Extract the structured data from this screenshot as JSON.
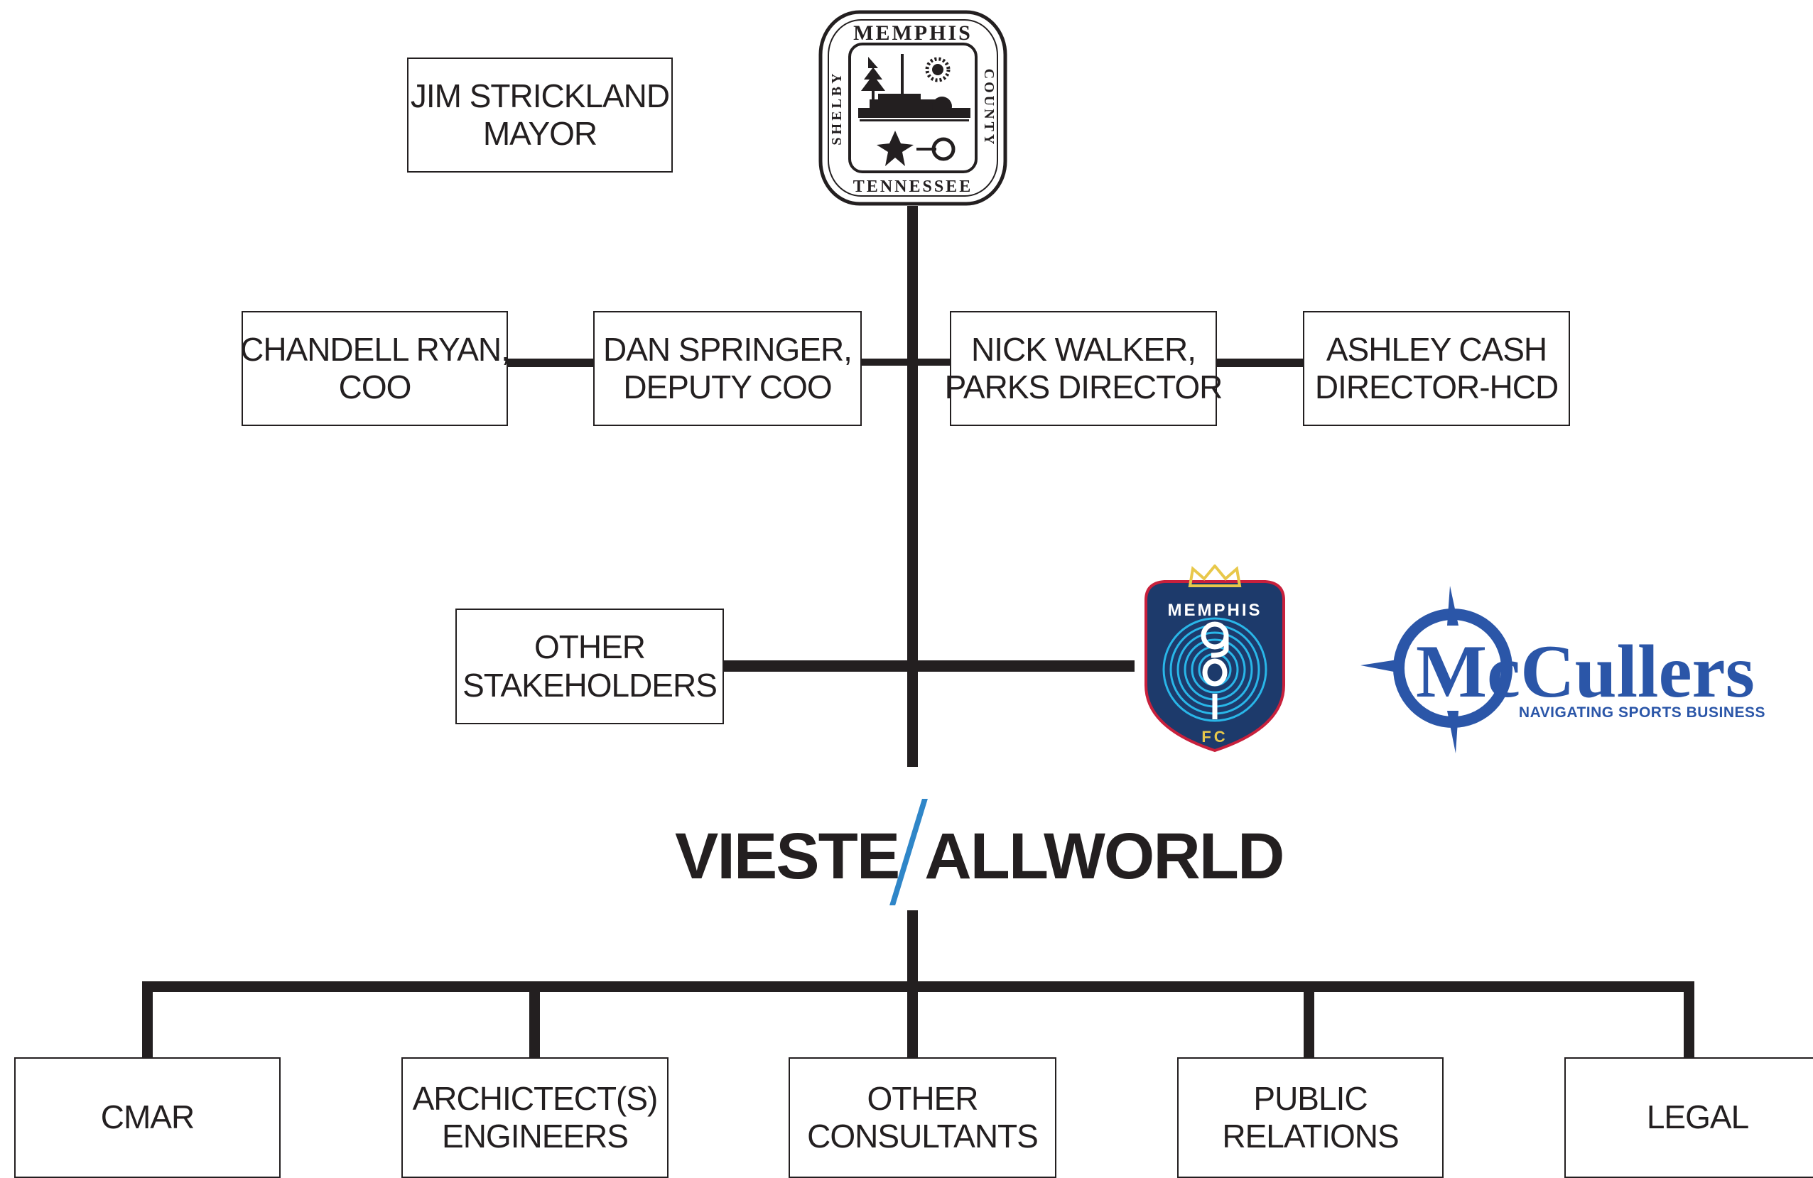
{
  "boxes": {
    "mayor": {
      "line1": "JIM STRICKLAND",
      "line2": "MAYOR"
    },
    "coo": {
      "line1": "CHANDELL RYAN,",
      "line2": "COO"
    },
    "deputy_coo": {
      "line1": "DAN SPRINGER,",
      "line2": "DEPUTY COO"
    },
    "parks": {
      "line1": "NICK WALKER,",
      "line2": "PARKS DIRECTOR"
    },
    "hcd": {
      "line1": "ASHLEY CASH",
      "line2": "DIRECTOR-HCD"
    },
    "stakeholders": {
      "line1": "OTHER",
      "line2": "STAKEHOLDERS"
    },
    "cmar": {
      "line1": "CMAR"
    },
    "architects": {
      "line1": "ARCHICTECT(S)",
      "line2": "ENGINEERS"
    },
    "consultants": {
      "line1": "OTHER",
      "line2": "CONSULTANTS"
    },
    "pr": {
      "line1": "PUBLIC",
      "line2": "RELATIONS"
    },
    "legal": {
      "line1": "LEGAL"
    }
  },
  "seal": {
    "top": "MEMPHIS",
    "left": "SHELBY",
    "right": "COUNTY",
    "bottom": "TENNESSEE"
  },
  "crest": {
    "top": "MEMPHIS",
    "bottom": "FC"
  },
  "mccullers": {
    "name": "McCullers",
    "tagline": "NAVIGATING SPORTS BUSINESS",
    "color": "#2b56a8"
  },
  "vieste": {
    "left": "VIESTE",
    "right": "ALLWORLD",
    "slash_color": "#2f86c8"
  },
  "colors": {
    "line": "#231f20",
    "crest_bg": "#1d3a6b",
    "crest_rings": "#29b6e8",
    "crest_gold": "#e8c84a",
    "crest_red": "#c8203c"
  }
}
